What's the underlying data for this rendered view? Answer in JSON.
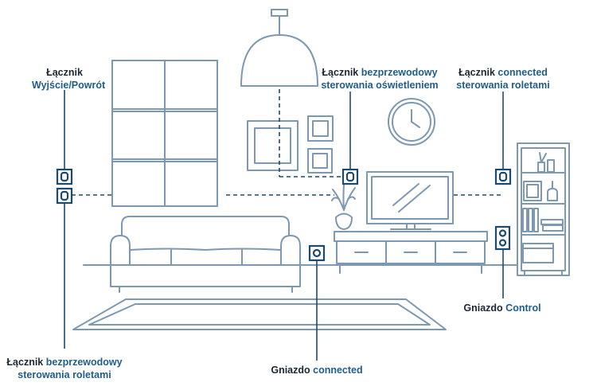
{
  "colors": {
    "line": "#7d98b2",
    "device": "#1c4a6e",
    "accent": "#1f5d8a",
    "text": "#1c2733"
  },
  "labels": {
    "exit_switch": {
      "line1": "Łącznik",
      "line2": "Wyjście/Powrót"
    },
    "wireless_lighting": {
      "line1_dark": "Łącznik ",
      "line1_accent": "bezprzewodowy",
      "line2": "sterowania oświetleniem"
    },
    "connected_blinds": {
      "line1_dark": "Łącznik ",
      "line1_accent": "connected",
      "line2": "sterowania roletami"
    },
    "socket_control": {
      "dark": "Gniazdo ",
      "accent": "Control"
    },
    "wireless_blinds": {
      "line1_dark": "Łącznik ",
      "line1_accent": "bezprzewodowy",
      "line2": "sterowania roletami"
    },
    "socket_connected": {
      "dark": "Gniazdo ",
      "accent": "connected"
    }
  }
}
